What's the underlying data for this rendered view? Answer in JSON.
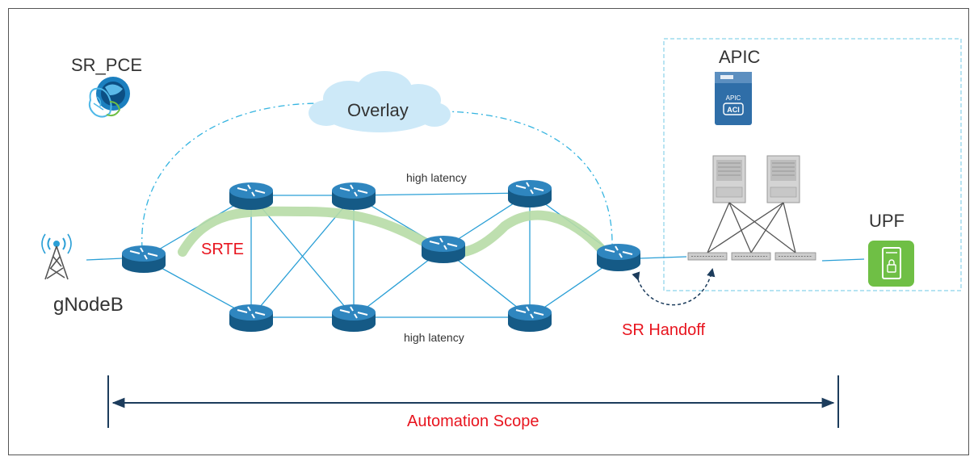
{
  "labels": {
    "sr_pce": "SR_PCE",
    "overlay": "Overlay",
    "apic": "APIC",
    "gnodeb": "gNodeB",
    "srte": "SRTE",
    "high_latency_top": "high latency",
    "high_latency_bottom": "high latency",
    "upf": "UPF",
    "sr_handoff": "SR Handoff",
    "automation_scope": "Automation Scope",
    "apic_icon_text_top": "APIC",
    "apic_icon_text_bottom": "ACI"
  },
  "colors": {
    "link": "#2a9fd6",
    "router": "#1c6fa3",
    "router_light": "#3c93c8",
    "srte_path": "#b7dba6",
    "overlay_cloud": "#cde9f8",
    "dashed_border": "#8ad3ea",
    "highlight_text": "#e8141e",
    "scope_arrow": "#1c3c5c",
    "upf_green": "#6fbf45"
  },
  "icons": [
    "antenna-tower-icon",
    "router-icon",
    "cloud-icon",
    "brain-globe-icon",
    "apic-server-icon",
    "switch-icon",
    "upf-device-icon"
  ]
}
